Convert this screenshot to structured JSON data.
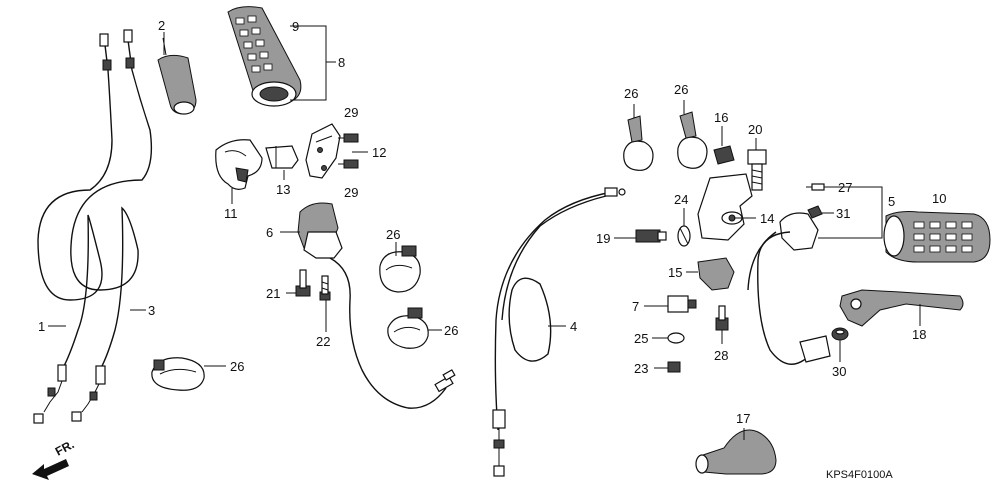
{
  "callouts": [
    "1",
    "2",
    "3",
    "4",
    "5",
    "6",
    "7",
    "8",
    "9",
    "10",
    "11",
    "12",
    "13",
    "14",
    "15",
    "16",
    "17",
    "18",
    "19",
    "20",
    "21",
    "22",
    "23",
    "24",
    "25",
    "26",
    "27",
    "28",
    "29",
    "30",
    "31"
  ],
  "diagram_code": "KPS4F0100A",
  "direction_label": "FR.",
  "icons": [
    "front-arrow-icon"
  ]
}
